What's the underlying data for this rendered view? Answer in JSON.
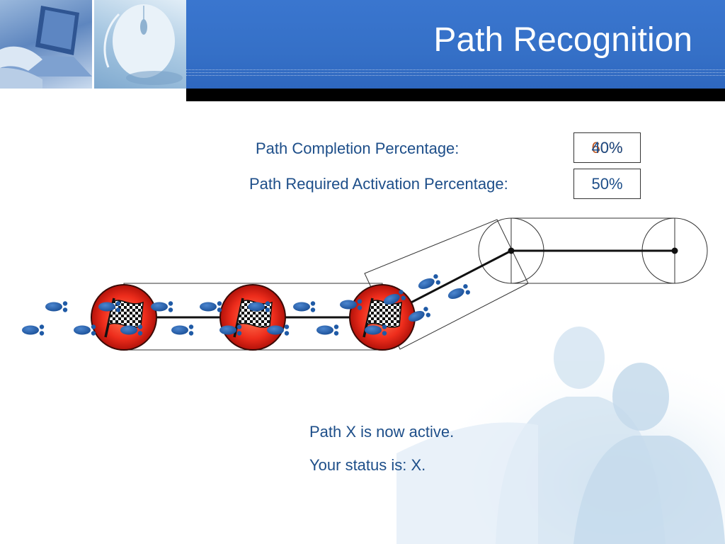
{
  "header": {
    "title": "Path Recognition",
    "left_image": "laptop-photo",
    "right_image": "computer-mouse-photo"
  },
  "metrics": {
    "completion": {
      "label": "Path Completion Percentage:",
      "values": [
        "60%",
        "40%"
      ]
    },
    "activation": {
      "label": "Path Required Activation Percentage:",
      "value": "50%"
    }
  },
  "status": {
    "active_message": "Path X is now active.",
    "status_message": "Your status is: X."
  },
  "diagram": {
    "checkpoint_icon": "checkered-flag-icon",
    "step_icon": "footprint-icon",
    "node_icon": "circle-node"
  },
  "background": {
    "image": "businessmen-watermark"
  },
  "colors": {
    "header-blue": "#3570c7",
    "text-blue": "#1d4e89",
    "title-text": "#ffffff",
    "flag-red": "#e8281c",
    "footprint-blue": "#1f5aa6"
  }
}
